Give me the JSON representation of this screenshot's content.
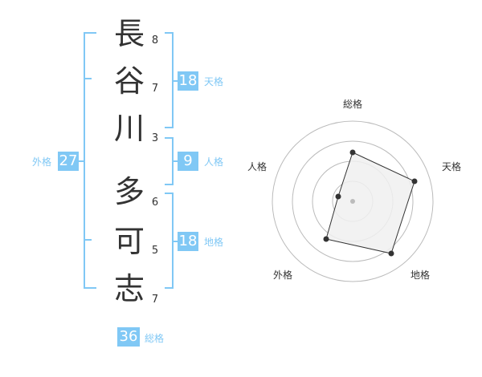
{
  "name": {
    "characters": [
      {
        "char": "長",
        "strokes": "8"
      },
      {
        "char": "谷",
        "strokes": "7"
      },
      {
        "char": "川",
        "strokes": "3"
      },
      {
        "char": "多",
        "strokes": "6"
      },
      {
        "char": "可",
        "strokes": "5"
      },
      {
        "char": "志",
        "strokes": "7"
      }
    ]
  },
  "fortunes": {
    "tenkaku": {
      "label": "天格",
      "value": "18"
    },
    "jinkaku": {
      "label": "人格",
      "value": "9"
    },
    "chikaku": {
      "label": "地格",
      "value": "18"
    },
    "gaikaku": {
      "label": "外格",
      "value": "27"
    },
    "soukaku": {
      "label": "総格",
      "value": "36"
    }
  },
  "radar": {
    "labels": {
      "top": "総格",
      "right": "天格",
      "bottom_right": "地格",
      "bottom_left": "外格",
      "left": "人格"
    }
  },
  "colors": {
    "accent": "#80c8f5",
    "text": "#333333",
    "grid": "#bbbbbb",
    "radar_fill": "#f0f0f0"
  }
}
